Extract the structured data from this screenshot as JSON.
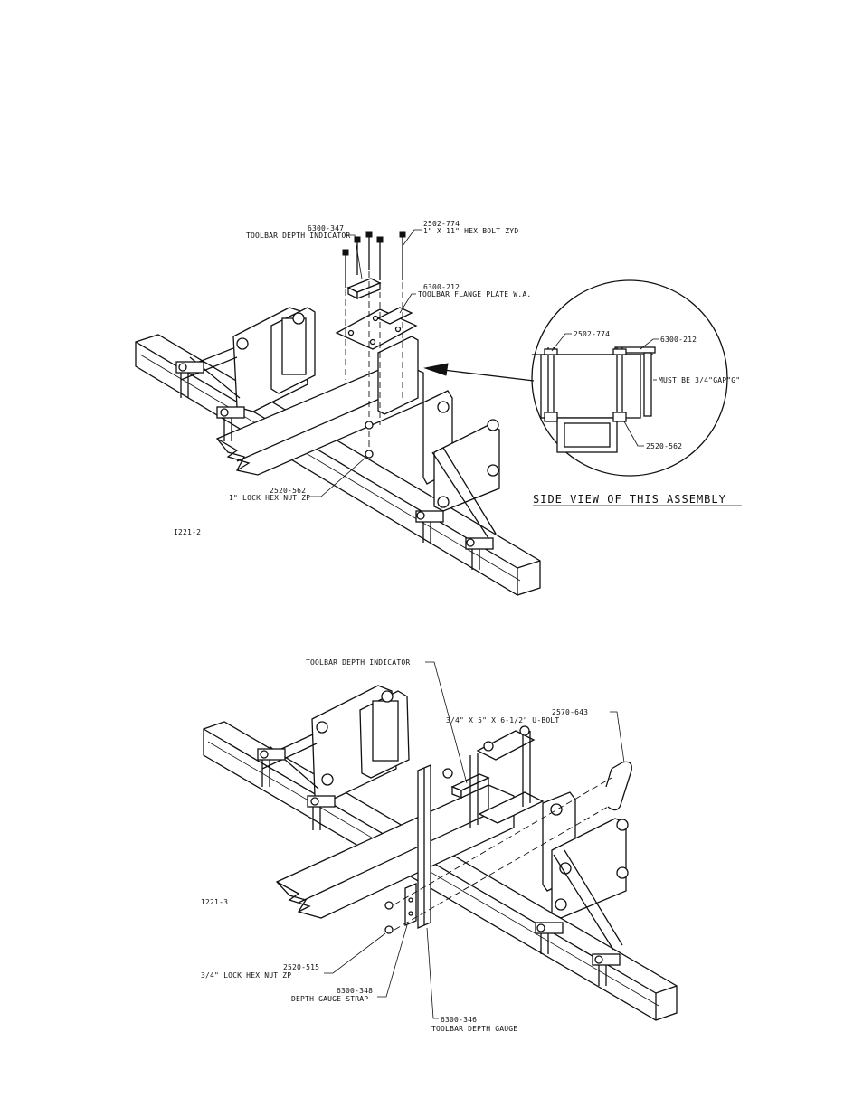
{
  "figure_top": {
    "id": "I221-2",
    "labels": {
      "depth_indicator_part": "6300-347",
      "depth_indicator_name": "TOOLBAR DEPTH INDICATOR",
      "hex_bolt_part": "2502-774",
      "hex_bolt_name": "1\" X 11\" HEX BOLT ZYD",
      "flange_plate_part": "6300-212",
      "flange_plate_name": "TOOLBAR FLANGE PLATE W.A.",
      "lock_nut_part": "2520-562",
      "lock_nut_name": "1\" LOCK HEX NUT ZP"
    },
    "side_view": {
      "title": "SIDE VIEW OF THIS ASSEMBLY",
      "bolt_part": "2502-774",
      "plate_part": "6300-212",
      "nut_part": "2520-562",
      "gap_note": "MUST BE 3/4\"GAP\"G\""
    }
  },
  "figure_bottom": {
    "id": "I221-3",
    "labels": {
      "depth_indicator_name": "TOOLBAR DEPTH INDICATOR",
      "ubolt_part": "2570-643",
      "ubolt_name": "3/4\" X 5\" X 6-1/2\" U-BOLT",
      "lock_nut_part": "2520-515",
      "lock_nut_name": "3/4\" LOCK HEX NUT ZP",
      "strap_part": "6300-348",
      "strap_name": "DEPTH GAUGE STRAP",
      "gauge_part": "6300-346",
      "gauge_name": "TOOLBAR DEPTH GAUGE"
    }
  }
}
